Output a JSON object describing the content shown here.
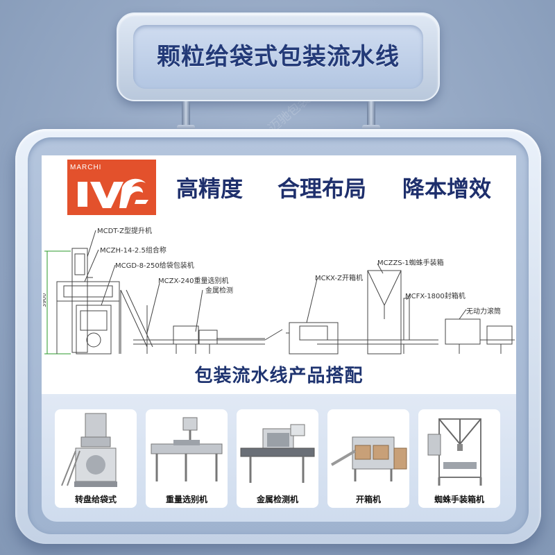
{
  "title": "颗粒给袋式包装流水线",
  "logo": {
    "brand": "MARCHI",
    "brand_color": "#e3512c"
  },
  "slogans": [
    "高精度",
    "合理布局",
    "降本增效"
  ],
  "diagram": {
    "height_label": "3900",
    "callouts": [
      "MCDT-Z型提升机",
      "MCZH-14-2.5组合称",
      "MCGD-8-250给袋包装机",
      "MCZX-240重量选别机",
      "金属检测",
      "MCKX-Z开箱机",
      "MCZZS-1蜘蛛手装箱",
      "MCFX-1800封箱机",
      "无动力滚筒"
    ]
  },
  "section_title": "包装流水线产品搭配",
  "products": [
    {
      "label": "转盘给袋式",
      "icon": "rotary-bag-packer-image"
    },
    {
      "label": "重量选别机",
      "icon": "checkweigher-image"
    },
    {
      "label": "金属检测机",
      "icon": "metal-detector-image"
    },
    {
      "label": "开箱机",
      "icon": "case-erector-image"
    },
    {
      "label": "蜘蛛手装箱机",
      "icon": "spider-robot-case-packer-image"
    }
  ],
  "watermark_text": "迈驰包装",
  "colors": {
    "title_text": "#233a78",
    "slogan_text": "#1e2f6c",
    "background": "#8fa3c0"
  }
}
